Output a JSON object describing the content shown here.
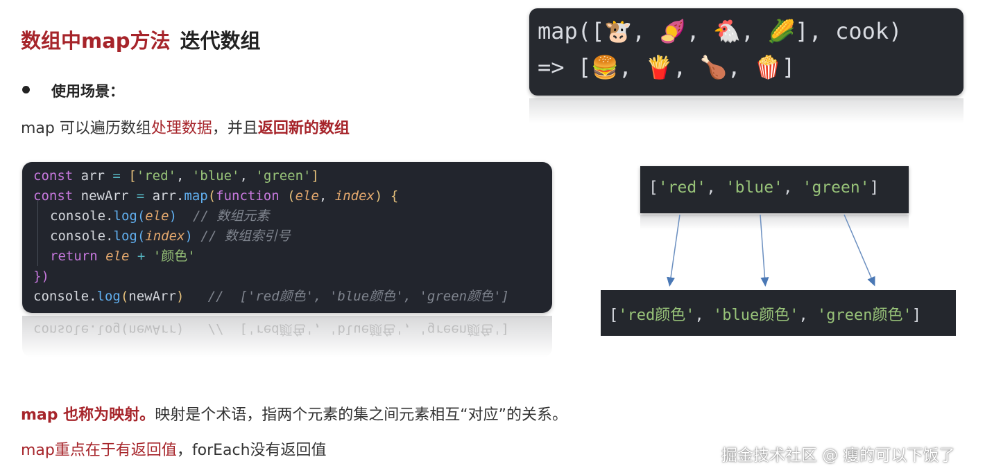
{
  "title": {
    "part1": "数组中map方法",
    "part2": "迭代数组"
  },
  "bullet": {
    "label": "使用场景："
  },
  "desc1": {
    "prefix": "map 可以遍历数组",
    "highlight1": "处理数据",
    "middle": "，并且",
    "highlight2": "返回新的数组"
  },
  "code": {
    "line1": {
      "kw": "const",
      "name": " arr ",
      "eq": "=",
      "sp": " ",
      "lb": "[",
      "s1": "'red'",
      "c1": ", ",
      "s2": "'blue'",
      "c2": ", ",
      "s3": "'green'",
      "rb": "]"
    },
    "line2": {
      "kw": "const",
      "name": " newArr ",
      "eq": "=",
      "obj": " arr.",
      "fn": "map",
      "lp": "(",
      "kwfn": "function",
      "sp": " ",
      "lp2": "(",
      "p1": "ele",
      "comma": ", ",
      "p2": "index",
      "rp2": ")",
      "brace": " {"
    },
    "line3": {
      "obj": "console.",
      "fn": "log",
      "lp": "(",
      "p": "ele",
      "rp": ")",
      "cmt": "  // 数组元素"
    },
    "line4": {
      "obj": "console.",
      "fn": "log",
      "lp": "(",
      "p": "index",
      "rp": ")",
      "cmt": " // 数组索引号"
    },
    "line5": {
      "kw": "return",
      "sp": " ",
      "p": "ele",
      "op": " + ",
      "str": "'颜色'"
    },
    "line6": {
      "close": "})"
    },
    "line7": {
      "obj": "console.",
      "fn": "log",
      "lp": "(",
      "arg": "newArr",
      "rp": ")",
      "cmt": "   //  ['red颜色', 'blue颜色', 'green颜色']"
    },
    "reflection": "console.log(newArr)   //  ['red颜色', 'blue颜色', 'green颜色']"
  },
  "emoji_map": {
    "line1": {
      "pre": "map([",
      "e1": "🐮",
      "s1": ", ",
      "e2": "🍠",
      "s2": ", ",
      "e3": "🐔",
      "s3": ", ",
      "e4": "🌽",
      "post": "], cook)"
    },
    "line2": {
      "pre": "=> [",
      "e1": "🍔",
      "s1": ", ",
      "e2": "🍟",
      "s2": ", ",
      "e3": "🍗",
      "s3": ", ",
      "e4": "🍿",
      "post": "]"
    }
  },
  "diagram": {
    "source": {
      "lb": "[",
      "s1": "'red'",
      "c1": ", ",
      "s2": "'blue'",
      "c2": ", ",
      "s3": "'green'",
      "rb": "]"
    },
    "result": {
      "lb": "[",
      "s1": "'red颜色'",
      "c1": ", ",
      "s2": "'blue颜色'",
      "c2": ", ",
      "s3": "'green颜色'",
      "rb": "]"
    }
  },
  "desc2": {
    "highlight": "map 也称为映射。",
    "rest": "映射是个术语，指两个元素的集之间元素相互“对应”的关系。"
  },
  "desc3": {
    "highlight": "map重点在于有返回值",
    "rest": "，forEach没有返回值"
  },
  "watermark": "掘金技术社区 @ 瘦的可以下饭了",
  "colors": {
    "accent_red": "#a6242a",
    "code_bg": "#22252d",
    "string_green": "#98c379",
    "keyword_purple": "#c678dd",
    "function_blue": "#61afef"
  }
}
